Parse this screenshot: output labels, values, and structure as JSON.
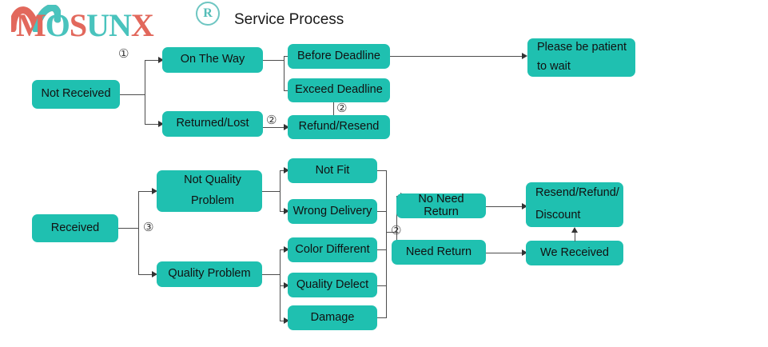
{
  "brand": {
    "name": "MOSUNX",
    "letters": [
      {
        "ch": "M",
        "color": "red"
      },
      {
        "ch": "O",
        "color": "teal"
      },
      {
        "ch": "S",
        "color": "red"
      },
      {
        "ch": "U",
        "color": "teal"
      },
      {
        "ch": "N",
        "color": "teal"
      },
      {
        "ch": "X",
        "color": "red"
      }
    ],
    "registered_symbol": "R",
    "colors": {
      "red": "#e2685c",
      "teal": "#49c3bd",
      "registered": "#55bdb8"
    }
  },
  "title": "Service Process",
  "theme": {
    "node_fill": "#1fc0b0",
    "node_text": "#111111",
    "connector": "#4d4d4d",
    "background": "#ffffff"
  },
  "flow": {
    "top": {
      "root": "Not Received",
      "branch_marker": "①",
      "nodes": {
        "on_the_way": "On The Way",
        "returned_lost": "Returned/Lost",
        "before_deadline": "Before Deadline",
        "exceed_deadline": "Exceed Deadline",
        "refund_resend": "Refund/Resend",
        "please_wait_line1": "Please be patient",
        "please_wait_line2": "to wait"
      },
      "markers": {
        "returned_to_refund": "②",
        "exceed_to_refund": "②"
      }
    },
    "bottom": {
      "root": "Received",
      "branch_marker": "③",
      "nodes": {
        "not_quality_line1": "Not Quality",
        "not_quality_line2": "Problem",
        "quality_problem": "Quality Problem",
        "not_fit": "Not Fit",
        "wrong_delivery": "Wrong Delivery",
        "color_different": "Color Different",
        "quality_delect": "Quality Delect",
        "damage": "Damage",
        "no_need_return": "No Need Return",
        "need_return": "Need Return",
        "resend_line1": "Resend/Refund/",
        "resend_line2": "Discount",
        "we_received": "We Received"
      },
      "markers": {
        "return_split": "②"
      }
    }
  }
}
